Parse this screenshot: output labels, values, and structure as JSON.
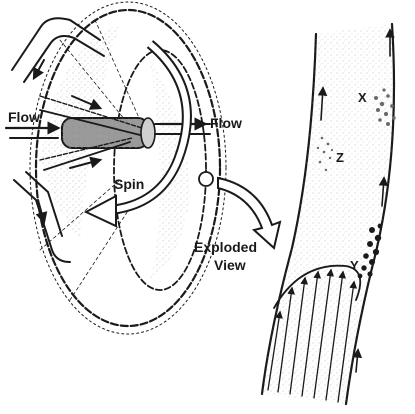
{
  "diagram": {
    "labels": {
      "flow_in": "Flow",
      "flow_out": "Flow",
      "spin": "Spin",
      "exploded_view_line1": "Exploded",
      "exploded_view_line2": "View",
      "particle_x": "X",
      "particle_y": "Y",
      "particle_z": "Z"
    }
  }
}
